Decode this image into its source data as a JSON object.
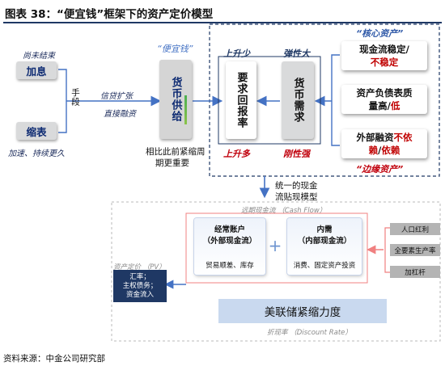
{
  "header": {
    "title": "图表 38：“便宜钱”框架下的资产定价模型",
    "source": "资料来源：中金公司研究部"
  },
  "left": {
    "top_caption": "尚未结束",
    "box_top": "加息",
    "side_label": "手段",
    "box_bottom": "缩表",
    "bottom_caption": "加速、持续更久",
    "arrow_top_label": "信贷扩张",
    "arrow_bottom_label": "直接融资"
  },
  "supply": {
    "caption": "“便宜钱”",
    "box": "货币供给",
    "note_line1": "相比此前紧缩周",
    "note_line2": "期更重要"
  },
  "demand": {
    "label_top_left": "上升少",
    "label_top_right": "弹性大",
    "box_left": "要求回报率",
    "box_right": "货币需求",
    "label_bottom_left": "上升多",
    "label_bottom_right": "刚性强"
  },
  "assets": {
    "core_label": "“核心资产”",
    "item1_a": "现金流",
    "item1_b": "稳定",
    "item1_c": "/",
    "item1_d": "不稳定",
    "item2_a": "资产负债表质",
    "item2_b": "量",
    "item2_c": "高",
    "item2_d": "/",
    "item2_e": "低",
    "item3_a": "外部融资",
    "item3_b": "不依",
    "item3_c": "赖",
    "item3_d": "/",
    "item3_e": "依赖",
    "edge_label": "“边缘资产”"
  },
  "middle_caption": {
    "line1": "统一的现金",
    "line2": "流贴现模型"
  },
  "model": {
    "cashflow_label": "远期现金流 （Cash Flow）",
    "pv_label": "资产定价 （PV）",
    "discount_label": "折现率 （Discount Rate）",
    "card1_title1": "经常账户",
    "card1_title2": "（外部现金流）",
    "card1_detail": "贸易顺差、库存",
    "plus": "+",
    "card2_title1": "内需",
    "card2_title2": "（内部现金流）",
    "card2_detail": "消费、固定资产投资",
    "pv_box1": "汇率；",
    "pv_box2": "主权债务；",
    "pv_box3": "资金流入",
    "factor1": "人口红利",
    "factor2": "全要素生产率",
    "factor3": "加杠杆",
    "fed": "美联储紧缩力度"
  },
  "colors": {
    "navy": "#1f3864",
    "dark_blue": "#0d2a72",
    "red": "#c00000",
    "accent_blue": "#4472c4",
    "pink_border": "#f08080"
  }
}
